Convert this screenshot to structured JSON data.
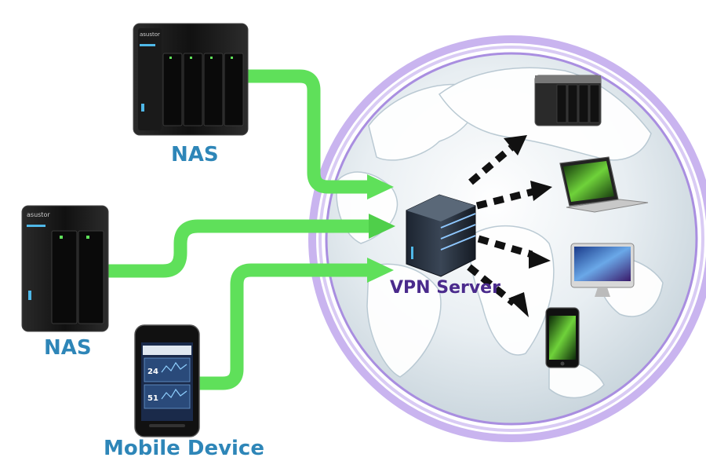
{
  "labels": {
    "nas_top": "NAS",
    "nas_left": "NAS",
    "mobile": "Mobile Device",
    "server": "VPN Server"
  },
  "device_text": {
    "brand": "asustor",
    "phone_value_1": "24",
    "phone_value_2": "51"
  },
  "colors": {
    "green_line": "#5fe05a",
    "green_dark": "#2fae2f",
    "label_blue": "#2e86b8",
    "label_purple": "#4a2a8c",
    "ring_purple": "#b89ee8"
  }
}
